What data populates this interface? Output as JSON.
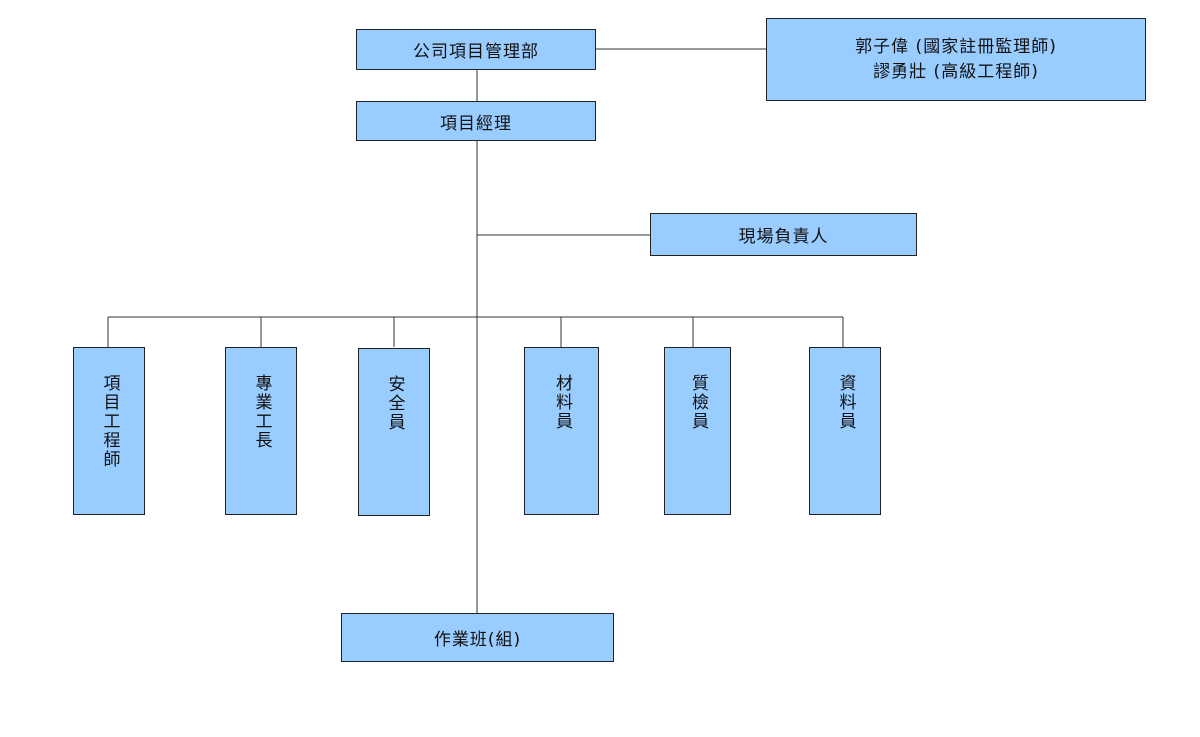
{
  "org_chart": {
    "company_dept": "公司項目管理部",
    "supervisors": [
      "郭子偉 (國家註冊監理師)",
      "謬勇壯 (高級工程師)"
    ],
    "project_manager": "項目經理",
    "site_lead": "現場負責人",
    "roles": [
      "項目工程師",
      "專業工長",
      "安全員",
      "材料員",
      "質檢員",
      "資料員"
    ],
    "work_team": "作業班(組)"
  },
  "colors": {
    "box_fill": "#99ccff",
    "border": "#222222",
    "line": "#333333"
  }
}
